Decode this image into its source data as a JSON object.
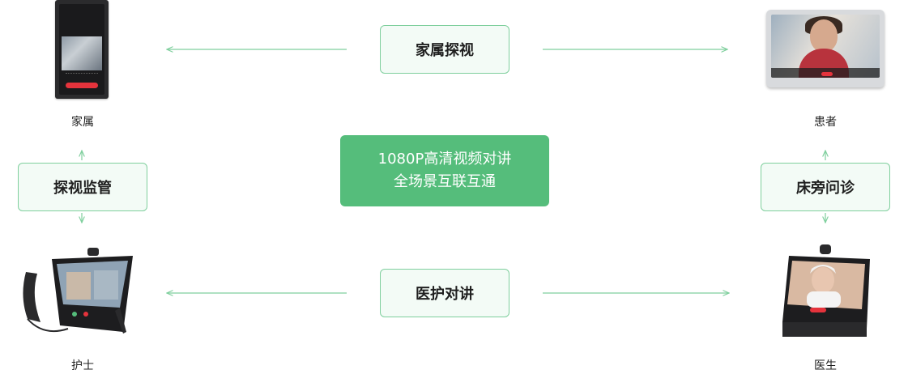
{
  "center": {
    "line1": "1080P高清视频对讲",
    "line2": "全场景互联互通"
  },
  "top_pill": "家属探视",
  "bottom_pill": "医护对讲",
  "left_pill": "探视监管",
  "right_pill": "床旁问诊",
  "nodes": {
    "family": "家属",
    "patient": "患者",
    "nurse": "护士",
    "doctor": "医生"
  },
  "colors": {
    "accent": "#55bd7b",
    "pill_border": "#7fcf9d",
    "pill_bg": "#f3fbf6",
    "arrow": "#7fcf9d",
    "call_red": "#e5333c"
  }
}
